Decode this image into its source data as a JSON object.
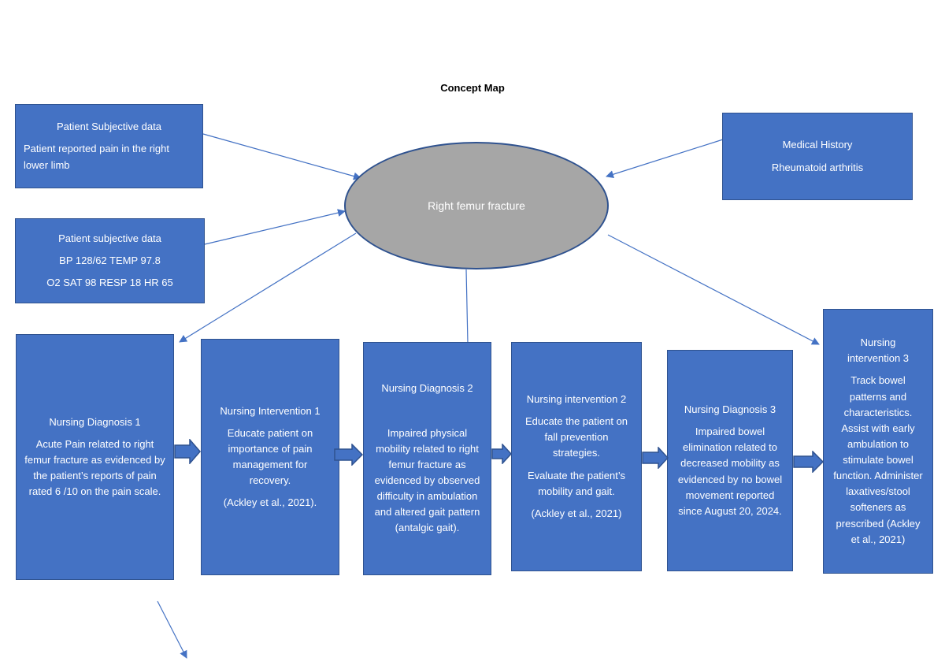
{
  "title": "Concept Map",
  "center": {
    "label": "Right femur fracture"
  },
  "subjective": {
    "heading": "Patient Subjective data",
    "text": "Patient reported pain in the right lower limb"
  },
  "vitals": {
    "heading": "Patient subjective data",
    "line1": "BP 128/62 TEMP 97.8",
    "line2": "O2 SAT 98 RESP 18 HR 65"
  },
  "history": {
    "heading": "Medical History",
    "text": "Rheumatoid arthritis"
  },
  "dx1": {
    "heading": "Nursing Diagnosis 1",
    "text": "Acute Pain related to right femur fracture as evidenced by the patient’s reports of pain rated 6 /10 on the pain scale."
  },
  "int1": {
    "heading": "Nursing Intervention 1",
    "text": "Educate patient on importance of pain management for recovery.",
    "cite": "(Ackley et al., 2021)."
  },
  "dx2": {
    "heading": "Nursing Diagnosis 2",
    "text": "Impaired physical mobility related to right femur fracture as evidenced by observed difficulty in ambulation and altered gait pattern (antalgic gait)."
  },
  "int2": {
    "heading": "Nursing intervention 2",
    "text1": "Educate the patient on fall prevention strategies.",
    "text2": "Evaluate the patient’s mobility and gait.",
    "cite": "(Ackley et al., 2021)"
  },
  "dx3": {
    "heading": "Nursing Diagnosis 3",
    "text": "Impaired bowel elimination related to decreased mobility as evidenced by no bowel movement reported since August 20, 2024."
  },
  "int3": {
    "heading": "Nursing intervention 3",
    "text": "Track bowel patterns and characteristics. Assist with early ambulation to stimulate bowel function. Administer laxatives/stool softeners as prescribed (Ackley et al., 2021)"
  },
  "colors": {
    "box": "#4472c4",
    "border": "#2f528f",
    "ellipse": "#a6a6a6",
    "arrow": "#4472c4"
  }
}
